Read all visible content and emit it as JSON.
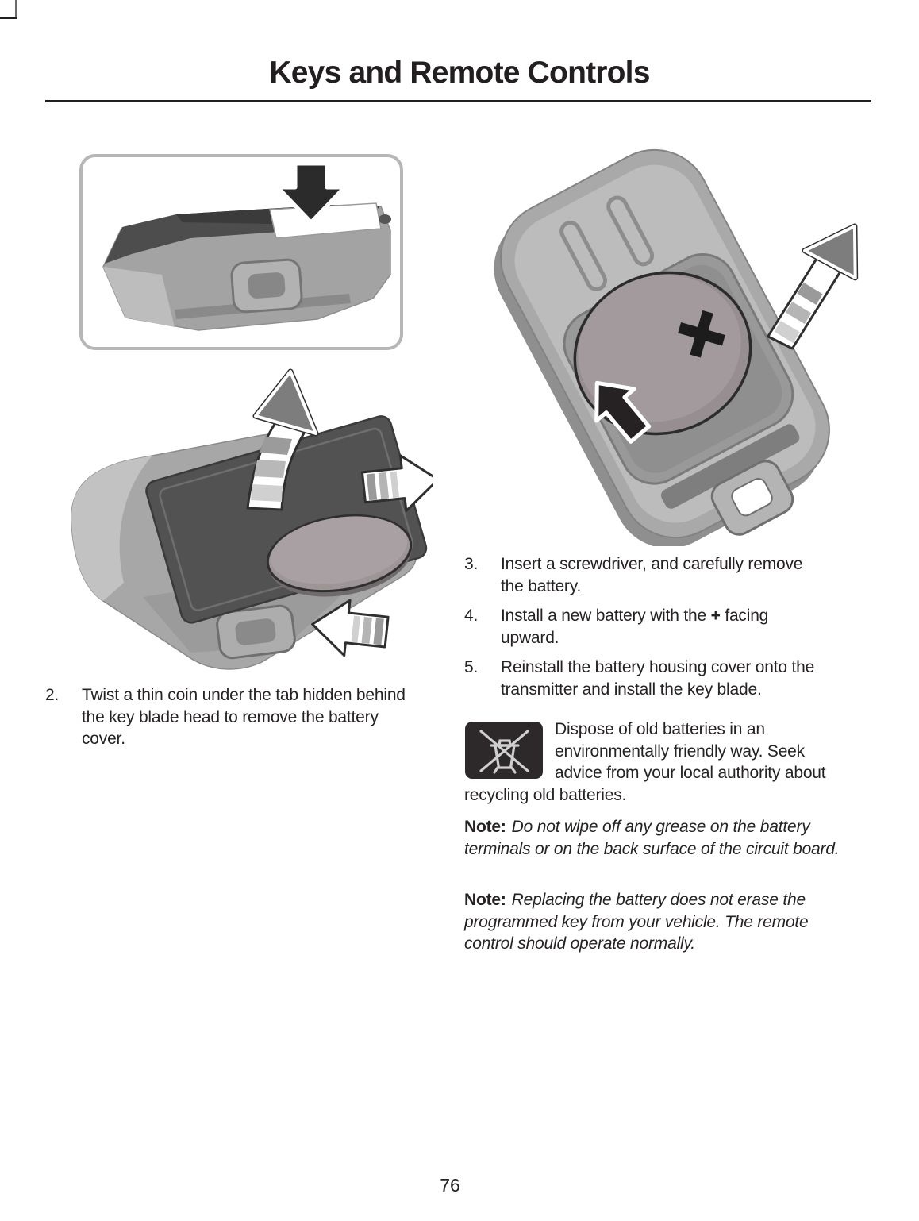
{
  "page": {
    "title": "Keys and Remote Controls",
    "number": "76"
  },
  "steps": {
    "step2": {
      "num": "2.",
      "text": "Twist a thin coin under the tab hidden behind the key blade head to remove the battery cover."
    },
    "step3": {
      "num": "3.",
      "text": "Insert a screwdriver, and carefully remove the battery."
    },
    "step4": {
      "num": "4.",
      "before": "Install a new battery with the ",
      "plus": "+",
      "after": " facing upward."
    },
    "step5": {
      "num": "5.",
      "text": "Reinstall the battery housing cover onto the transmitter and install the key blade."
    }
  },
  "dispose": {
    "icon_name": "weee-crossed-out-bin-icon",
    "text": "Dispose of old batteries in an environmentally friendly way. Seek advice from your local authority about recycling old batteries."
  },
  "notes": [
    {
      "label": "Note:",
      "text": "Do not wipe off any grease on the battery terminals or on the back surface of the circuit board."
    },
    {
      "label": "Note:",
      "text": "Replacing the battery does not erase the programmed key from your vehicle. The remote control should operate normally."
    }
  ],
  "figures": {
    "inset": {
      "alt": "Press the tab behind the key blade head"
    },
    "cover": {
      "alt": "Lift the battery cover and slide out the coin battery"
    },
    "battery": {
      "alt": "Remove the coin battery with a screwdriver, + side up"
    }
  },
  "colors": {
    "text": "#262223",
    "rule": "#231f20",
    "fob_body": "#a7a7a7",
    "dark_cover": "#525252",
    "battery": "#9e9597",
    "icon_bg": "#2d292a"
  }
}
